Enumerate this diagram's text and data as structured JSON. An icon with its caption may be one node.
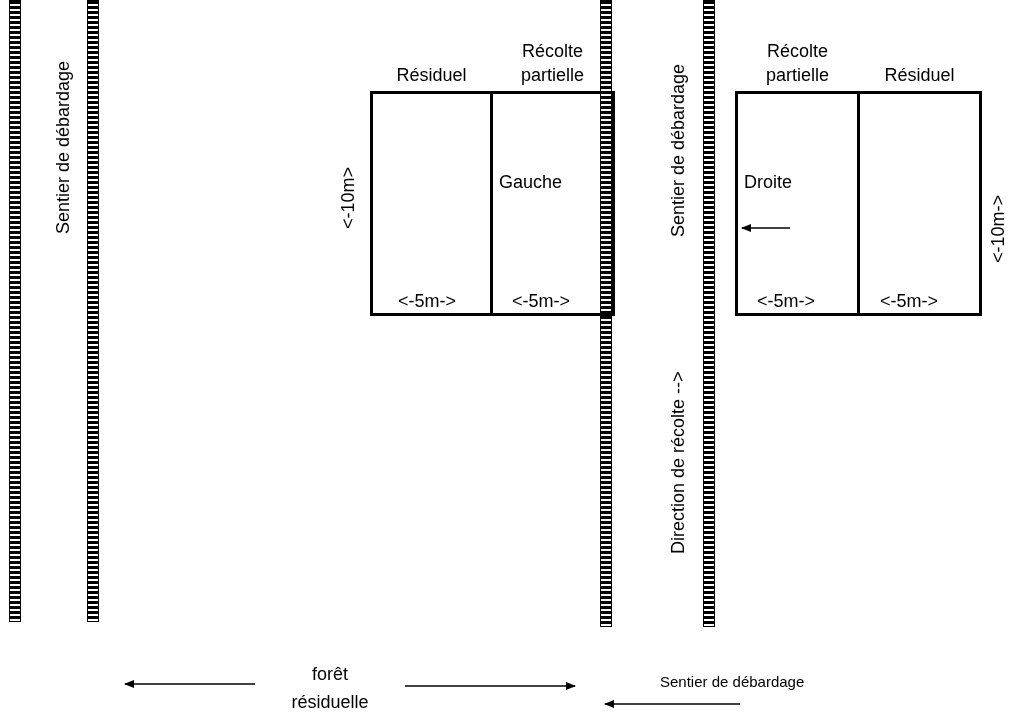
{
  "diagram": {
    "nodes": [
      {
        "text": [
          "Résiduel"
        ]
      },
      {
        "text": [
          "Récolte partielle",
          "Gauche"
        ]
      },
      {
        "text": [
          "Récolte partielle",
          "Droite"
        ]
      },
      {
        "text": [
          "Résiduel"
        ]
      }
    ],
    "labels": [
      "Sentier de débardage",
      "<-10m>",
      "<-5m->",
      "<-5m->",
      "Sentier de débardage",
      "Direction de récolte -->",
      "<-5m->",
      "<-5m->",
      "<-10m->",
      "forêt résiduelle",
      "Sentier de débardage"
    ]
  }
}
